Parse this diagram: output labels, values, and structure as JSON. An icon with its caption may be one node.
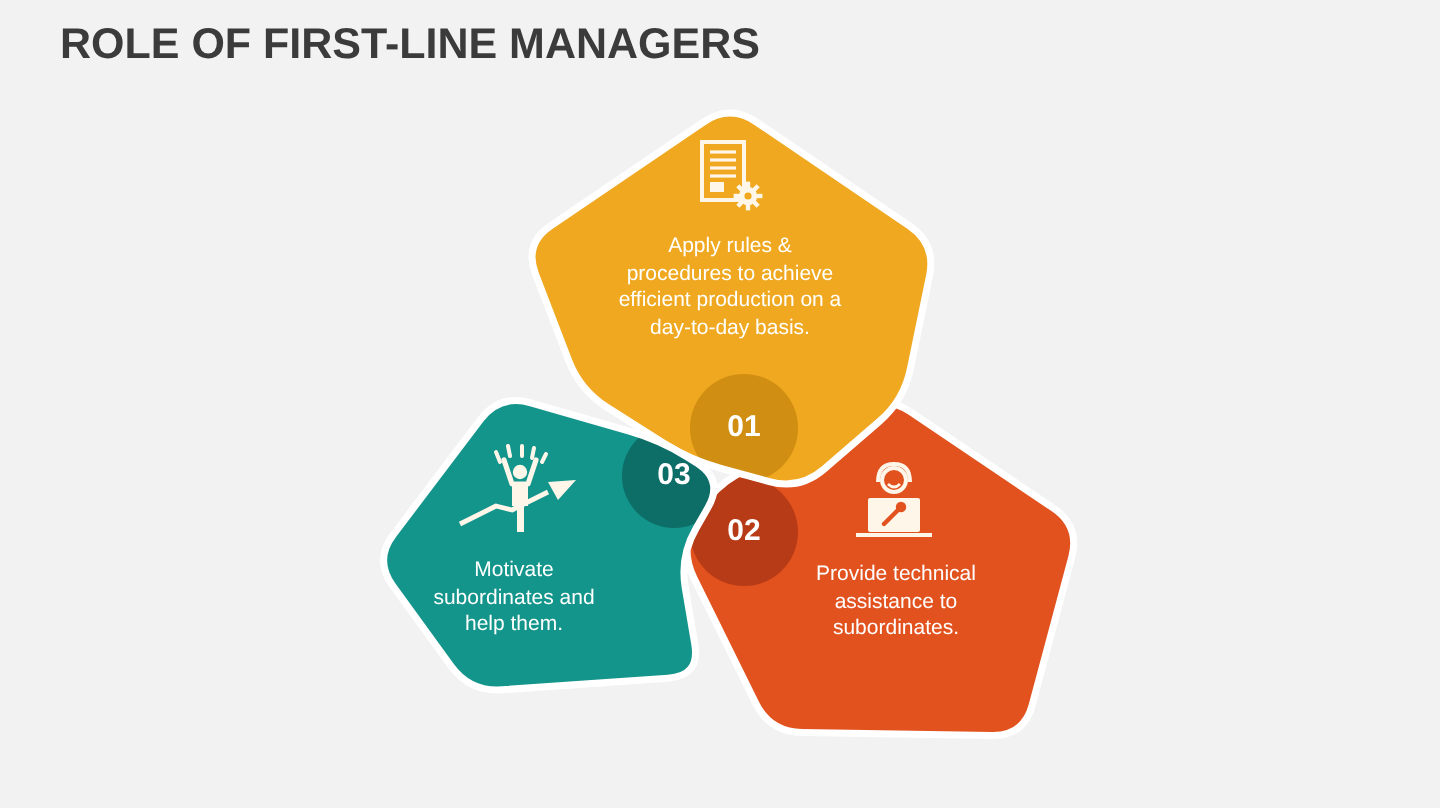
{
  "diagram": {
    "title": "ROLE OF FIRST-LINE MANAGERS",
    "nodes": [
      {
        "text": [
          "Apply rules & procedures to achieve efficient production on a day-to-day basis.",
          "01"
        ]
      },
      {
        "text": [
          "02",
          "Provide technical assistance to subordinates."
        ]
      },
      {
        "text": [
          "03",
          "Motivate subordinates and help them."
        ]
      }
    ]
  }
}
